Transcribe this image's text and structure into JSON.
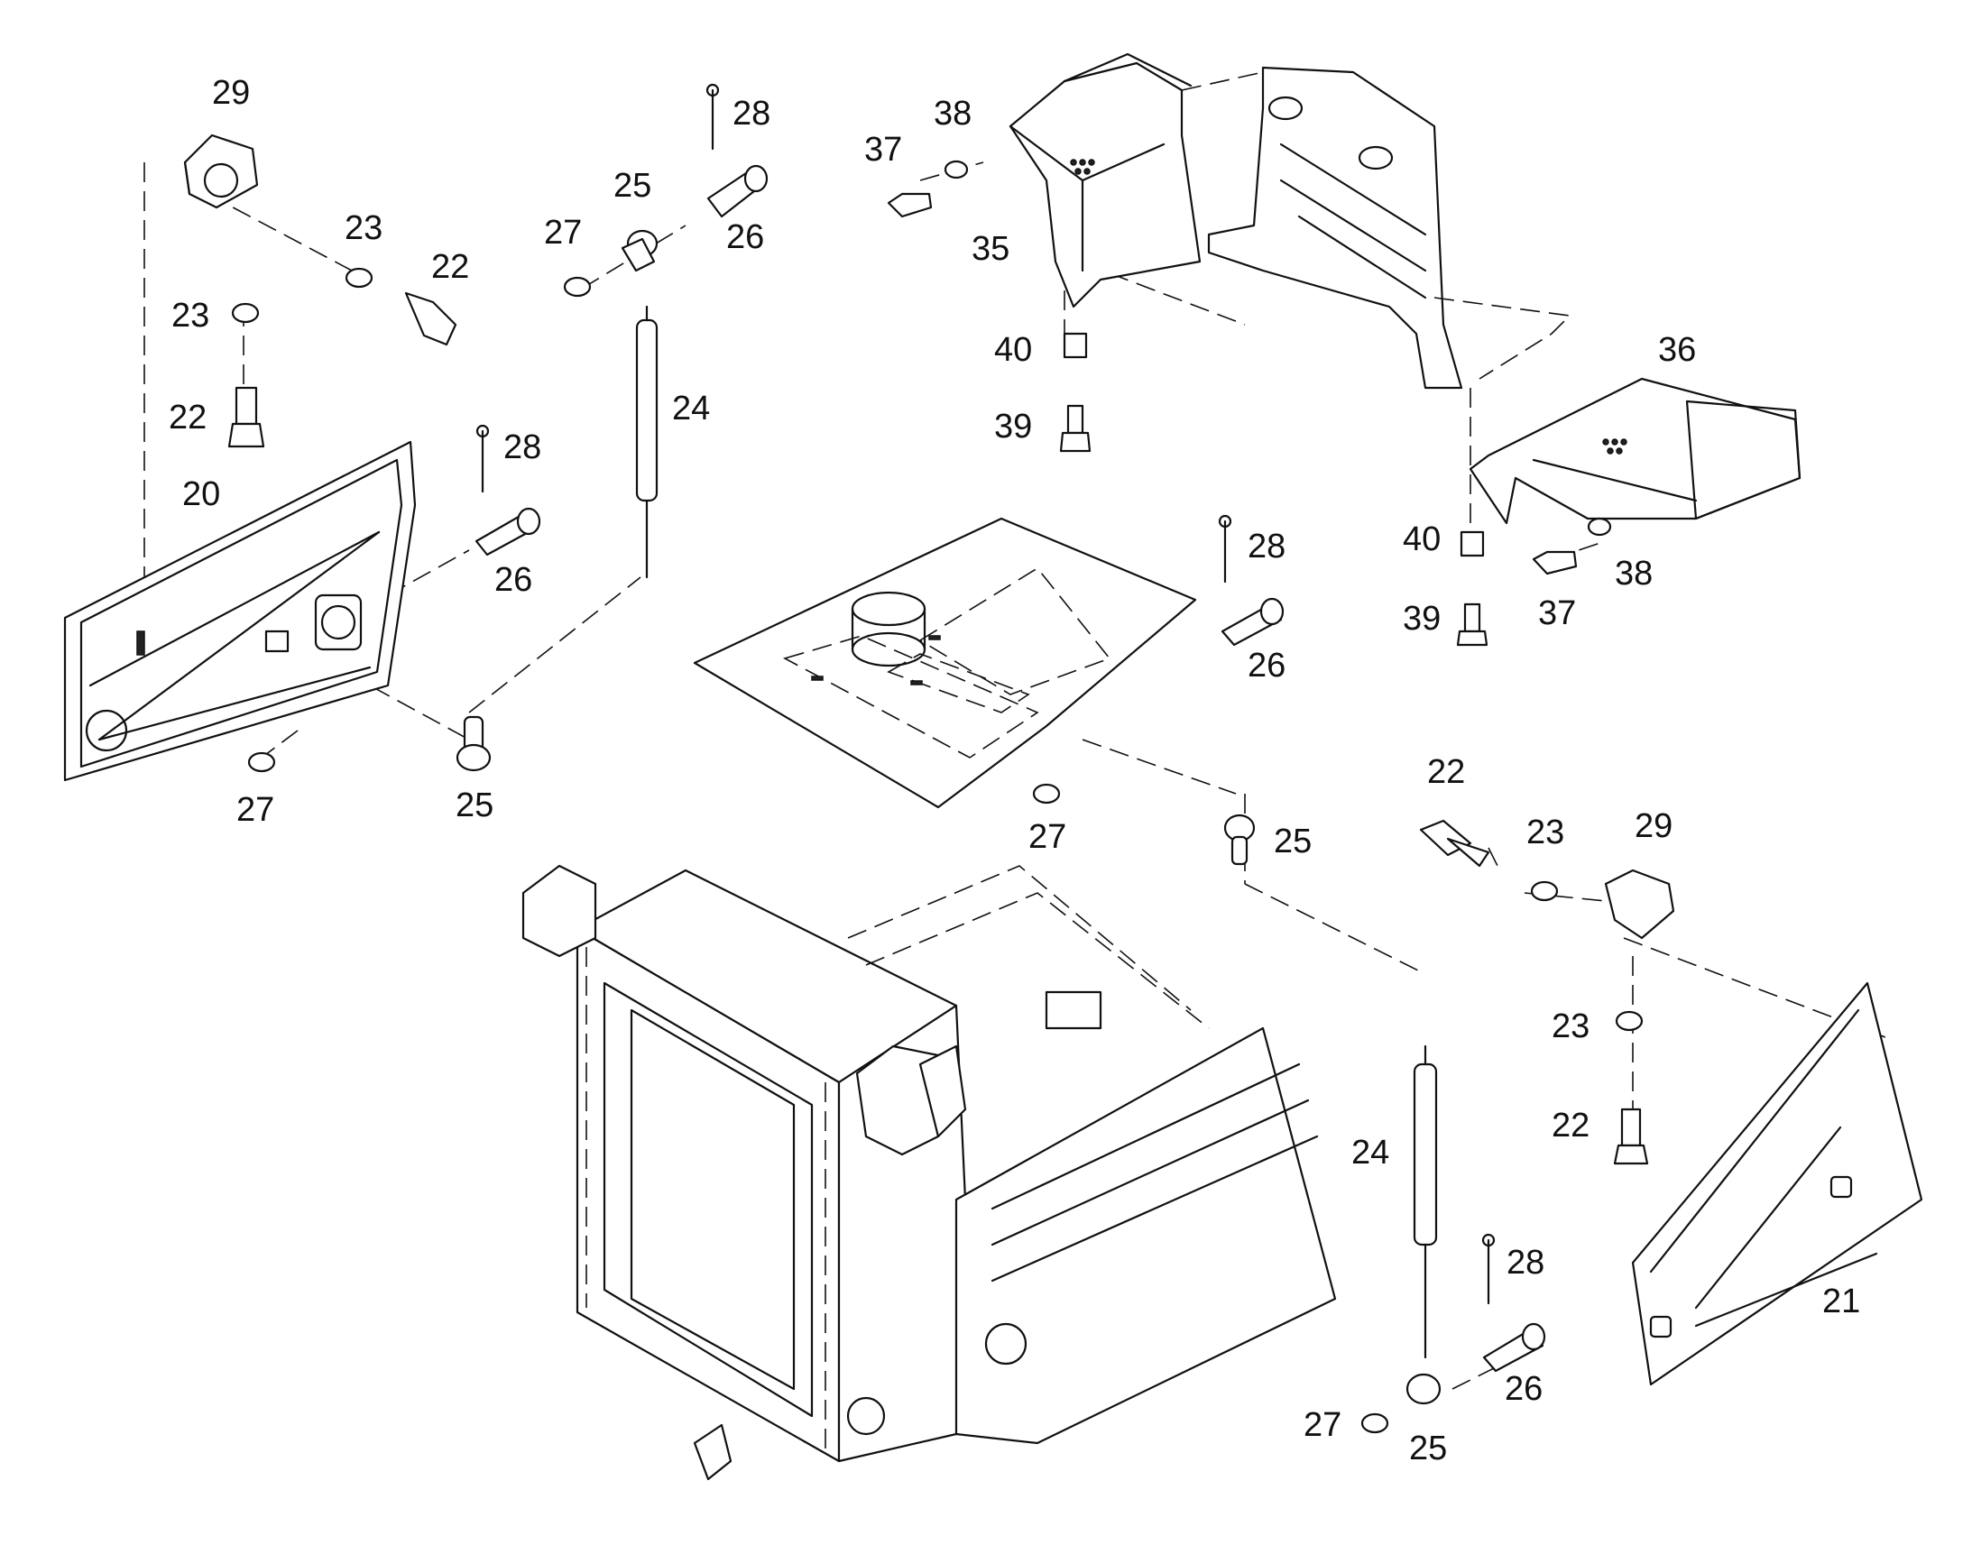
{
  "callouts": {
    "c29a": "29",
    "c28a": "28",
    "c38a": "38",
    "c37a": "37",
    "c25a": "25",
    "c23a": "23",
    "c22a": "22",
    "c27a": "27",
    "c26a": "26",
    "c35": "35",
    "c23b": "23",
    "c36": "36",
    "c40a": "40",
    "c24a": "24",
    "c22b": "22",
    "c39a": "39",
    "c28b": "28",
    "c20": "20",
    "c26b": "26",
    "c40b": "40",
    "c28c": "28",
    "c38b": "38",
    "c39b": "39",
    "c37b": "37",
    "c26c": "26",
    "c27b": "27",
    "c25b": "25",
    "c22c": "22",
    "c23c": "23",
    "c29b": "29",
    "c27c": "27",
    "c25c": "25",
    "c23d": "23",
    "c24b": "24",
    "c22d": "22",
    "c28d": "28",
    "c21": "21",
    "c26d": "26",
    "c27d": "27",
    "c25d": "25"
  }
}
